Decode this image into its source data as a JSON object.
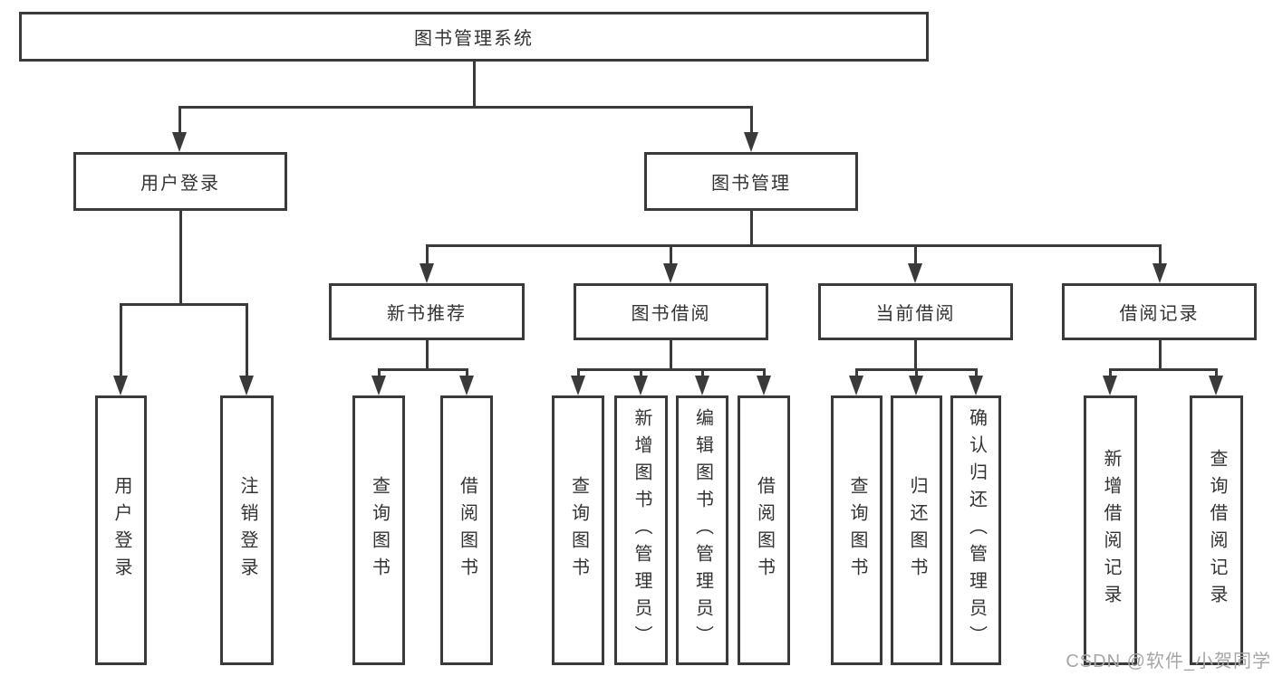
{
  "nodes": {
    "root": "图书管理系统",
    "l2_user_login": "用户登录",
    "l2_book_mgmt": "图书管理",
    "l3_new_book": "新书推荐",
    "l3_borrow": "图书借阅",
    "l3_current": "当前借阅",
    "l3_records": "借阅记录",
    "leaf_user_login": "用户登录",
    "leaf_logout": "注销登录",
    "leaf_nb_query": "查询图书",
    "leaf_nb_borrow": "借阅图书",
    "leaf_bb_query": "查询图书",
    "leaf_bb_add": "新增图书（管理员）",
    "leaf_bb_edit": "编辑图书（管理员）",
    "leaf_bb_borrow": "借阅图书",
    "leaf_cb_query": "查询图书",
    "leaf_cb_return": "归还图书",
    "leaf_cb_confirm": "确认归还（管理员）",
    "leaf_br_add": "新增借阅记录",
    "leaf_br_query": "查询借阅记录"
  },
  "watermark": "CSDN @软件_小贺同学",
  "colors": {
    "line": "#3a3a3a",
    "text": "#333333",
    "watermark": "#a6a6a6"
  }
}
